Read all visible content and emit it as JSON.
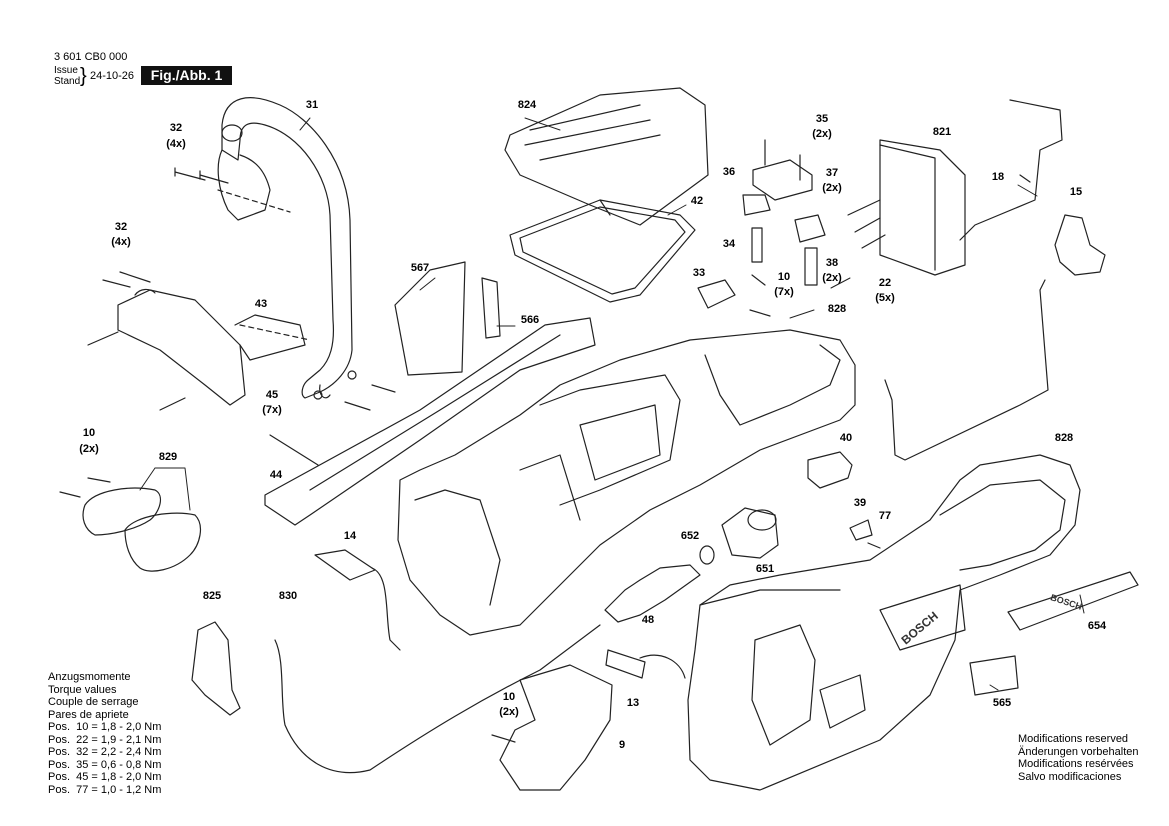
{
  "header": {
    "part_number": "3 601 CB0 000",
    "issue_label": "Issue",
    "stand_label": "Stand",
    "date": "24-10-26",
    "figure_label": "Fig./Abb. 1"
  },
  "callouts": [
    {
      "id": "c31",
      "text": "31"
    },
    {
      "id": "c32a",
      "text": "32"
    },
    {
      "id": "c32a_q",
      "text": "(4x)"
    },
    {
      "id": "c32b",
      "text": "32"
    },
    {
      "id": "c32b_q",
      "text": "(4x)"
    },
    {
      "id": "c43",
      "text": "43"
    },
    {
      "id": "c45",
      "text": "45"
    },
    {
      "id": "c45_q",
      "text": "(7x)"
    },
    {
      "id": "c10a",
      "text": "10"
    },
    {
      "id": "c10a_q",
      "text": "(2x)"
    },
    {
      "id": "c829",
      "text": "829"
    },
    {
      "id": "c44",
      "text": "44"
    },
    {
      "id": "c14",
      "text": "14"
    },
    {
      "id": "c825",
      "text": "825"
    },
    {
      "id": "c830",
      "text": "830"
    },
    {
      "id": "c567",
      "text": "567"
    },
    {
      "id": "c566",
      "text": "566"
    },
    {
      "id": "c824",
      "text": "824"
    },
    {
      "id": "c42",
      "text": "42"
    },
    {
      "id": "c35",
      "text": "35"
    },
    {
      "id": "c35_q",
      "text": "(2x)"
    },
    {
      "id": "c36",
      "text": "36"
    },
    {
      "id": "c37",
      "text": "37"
    },
    {
      "id": "c37_q",
      "text": "(2x)"
    },
    {
      "id": "c34",
      "text": "34"
    },
    {
      "id": "c33",
      "text": "33"
    },
    {
      "id": "c10b",
      "text": "10"
    },
    {
      "id": "c10b_q",
      "text": "(7x)"
    },
    {
      "id": "c38",
      "text": "38"
    },
    {
      "id": "c38_q",
      "text": "(2x)"
    },
    {
      "id": "c828a",
      "text": "828"
    },
    {
      "id": "c821",
      "text": "821"
    },
    {
      "id": "c18",
      "text": "18"
    },
    {
      "id": "c15",
      "text": "15"
    },
    {
      "id": "c22",
      "text": "22"
    },
    {
      "id": "c22_q",
      "text": "(5x)"
    },
    {
      "id": "c40",
      "text": "40"
    },
    {
      "id": "c828b",
      "text": "828"
    },
    {
      "id": "c39",
      "text": "39"
    },
    {
      "id": "c77",
      "text": "77"
    },
    {
      "id": "c652",
      "text": "652"
    },
    {
      "id": "c651",
      "text": "651"
    },
    {
      "id": "c48",
      "text": "48"
    },
    {
      "id": "c654",
      "text": "654"
    },
    {
      "id": "c13",
      "text": "13"
    },
    {
      "id": "c565",
      "text": "565"
    },
    {
      "id": "c10c",
      "text": "10"
    },
    {
      "id": "c10c_q",
      "text": "(2x)"
    },
    {
      "id": "c9",
      "text": "9"
    }
  ],
  "torque": {
    "title_lines": [
      "Anzugsmomente",
      "Torque values",
      "Couple de serrage",
      "Pares de apriete"
    ],
    "rows": [
      "Pos.  10 = 1,8 - 2,0 Nm",
      "Pos.  22 = 1,9 - 2,1 Nm",
      "Pos.  32 = 2,2 - 2,4 Nm",
      "Pos.  35 = 0,6 - 0,8 Nm",
      "Pos.  45 = 1,8 - 2,0 Nm",
      "Pos.  77 = 1,0 - 1,2 Nm"
    ]
  },
  "notice": [
    "Modifications reserved",
    "Änderungen vorbehalten",
    "Modifications resérvées",
    "Salvo modificaciones"
  ],
  "brand_marks": {
    "housing": "BOSCH",
    "guide": "BOSCH"
  }
}
